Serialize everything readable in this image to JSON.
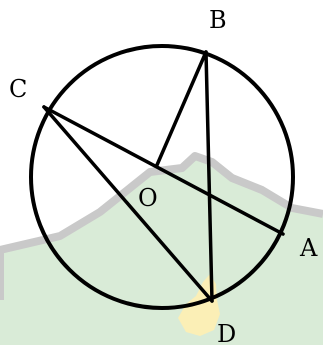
{
  "points": {
    "a": "A",
    "b": "B",
    "c": "C",
    "d": "D",
    "o": "O"
  },
  "colors": {
    "line": "#000000",
    "background_region": "#d9ebd7",
    "background_border": "#c9c9c9",
    "highlight": "#fbefb6",
    "page": "#ffffff"
  }
}
